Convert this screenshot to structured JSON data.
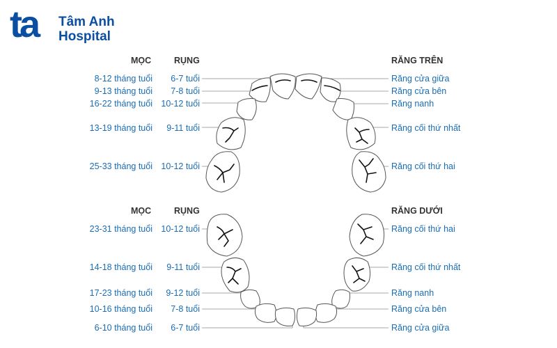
{
  "brand": {
    "mark": "ta",
    "line1": "Tâm Anh",
    "line2": "Hospital",
    "color": "#0b4ea2"
  },
  "label_color": "#1a6db5",
  "upper": {
    "heading": "RĂNG TRÊN",
    "col_erupt": "MỌC",
    "col_shed": "RỤNG",
    "rows": [
      {
        "erupt": "8-12 tháng tuổi",
        "shed": "6-7 tuổi",
        "tooth": "Răng cửa giữa"
      },
      {
        "erupt": "9-13 tháng tuổi",
        "shed": "7-8 tuổi",
        "tooth": "Răng cửa bên"
      },
      {
        "erupt": "16-22 tháng tuổi",
        "shed": "10-12 tuổi",
        "tooth": "Răng nanh"
      },
      {
        "erupt": "13-19 tháng tuổi",
        "shed": "9-11 tuổi",
        "tooth": "Răng cối thứ nhất"
      },
      {
        "erupt": "25-33 tháng tuổi",
        "shed": "10-12 tuổi",
        "tooth": "Răng cối thứ hai"
      }
    ]
  },
  "lower": {
    "heading": "RĂNG DƯỚI",
    "col_erupt": "MỌC",
    "col_shed": "RỤNG",
    "rows": [
      {
        "erupt": "23-31 tháng tuổi",
        "shed": "10-12 tuổi",
        "tooth": "Răng cối thứ hai"
      },
      {
        "erupt": "14-18 tháng tuổi",
        "shed": "9-11 tuổi",
        "tooth": "Răng cối thứ nhất"
      },
      {
        "erupt": "17-23 tháng tuổi",
        "shed": "9-12 tuổi",
        "tooth": "Răng nanh"
      },
      {
        "erupt": "10-16 tháng tuổi",
        "shed": "7-8 tuổi",
        "tooth": "Răng cửa bên"
      },
      {
        "erupt": "6-10 tháng tuổi",
        "shed": "6-7 tuổi",
        "tooth": "Răng cửa giữa"
      }
    ]
  }
}
